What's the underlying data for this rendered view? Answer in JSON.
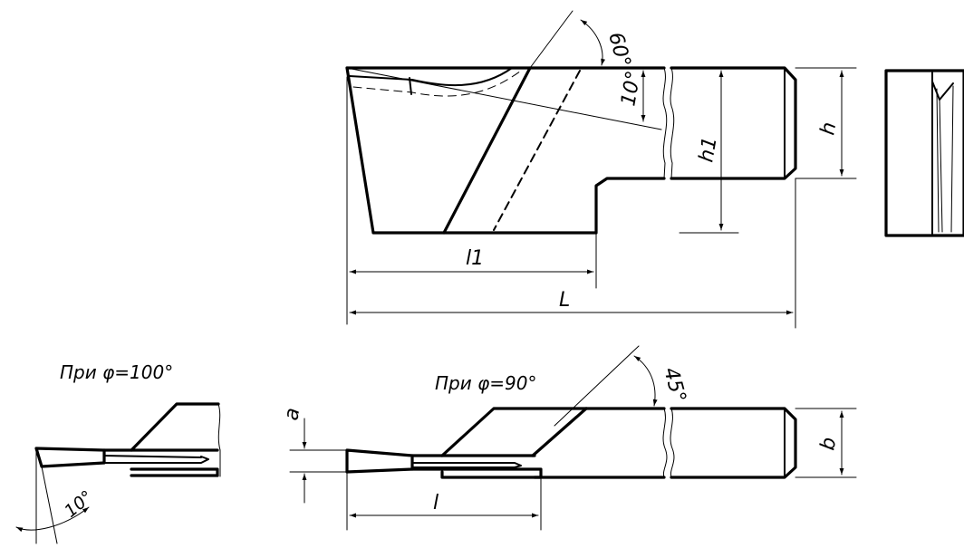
{
  "labels": {
    "angle_60": "60°",
    "angle_10_top": "10°",
    "h1": "h1",
    "h": "h",
    "l1": "l1",
    "L": "L",
    "case_100": "При φ=100°",
    "case_90": "При φ=90°",
    "angle_45": "45°",
    "a": "a",
    "b": "b",
    "l": "l",
    "angle_10_bottom": "10°"
  }
}
